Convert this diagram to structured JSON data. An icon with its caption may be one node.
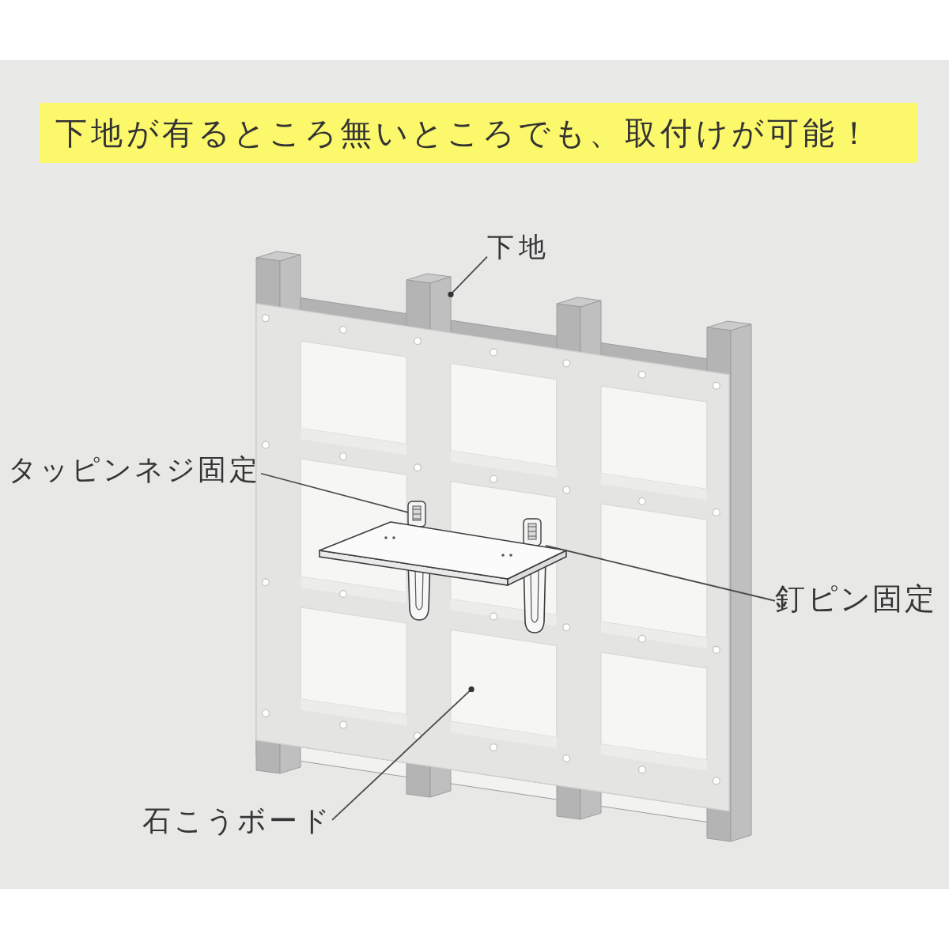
{
  "diagram": {
    "title": "下地が有るところ無いところでも、取付けが可能！",
    "nodes": [
      {
        "text": [
          "下地"
        ]
      },
      {
        "text": [],
        "shape": "bar"
      },
      {
        "text": [],
        "shape": "box"
      },
      {
        "text": [
          "タッピンネジ固定"
        ]
      },
      {
        "text": [],
        "shape": "picture",
        "in": 2
      },
      {
        "text": [
          "釘ピン固定"
        ]
      },
      {
        "text": [],
        "shape": "picture",
        "in": 2
      },
      {
        "text": [
          "石こうボード"
        ]
      }
    ],
    "edges": [
      {
        "from": 0,
        "to": 1,
        "arrow": "other"
      },
      {
        "from": 3,
        "to": 4,
        "arrow": "none"
      },
      {
        "from": 5,
        "to": 6,
        "arrow": "none"
      },
      {
        "from": 7,
        "to": 2,
        "arrow": "other"
      }
    ]
  }
}
